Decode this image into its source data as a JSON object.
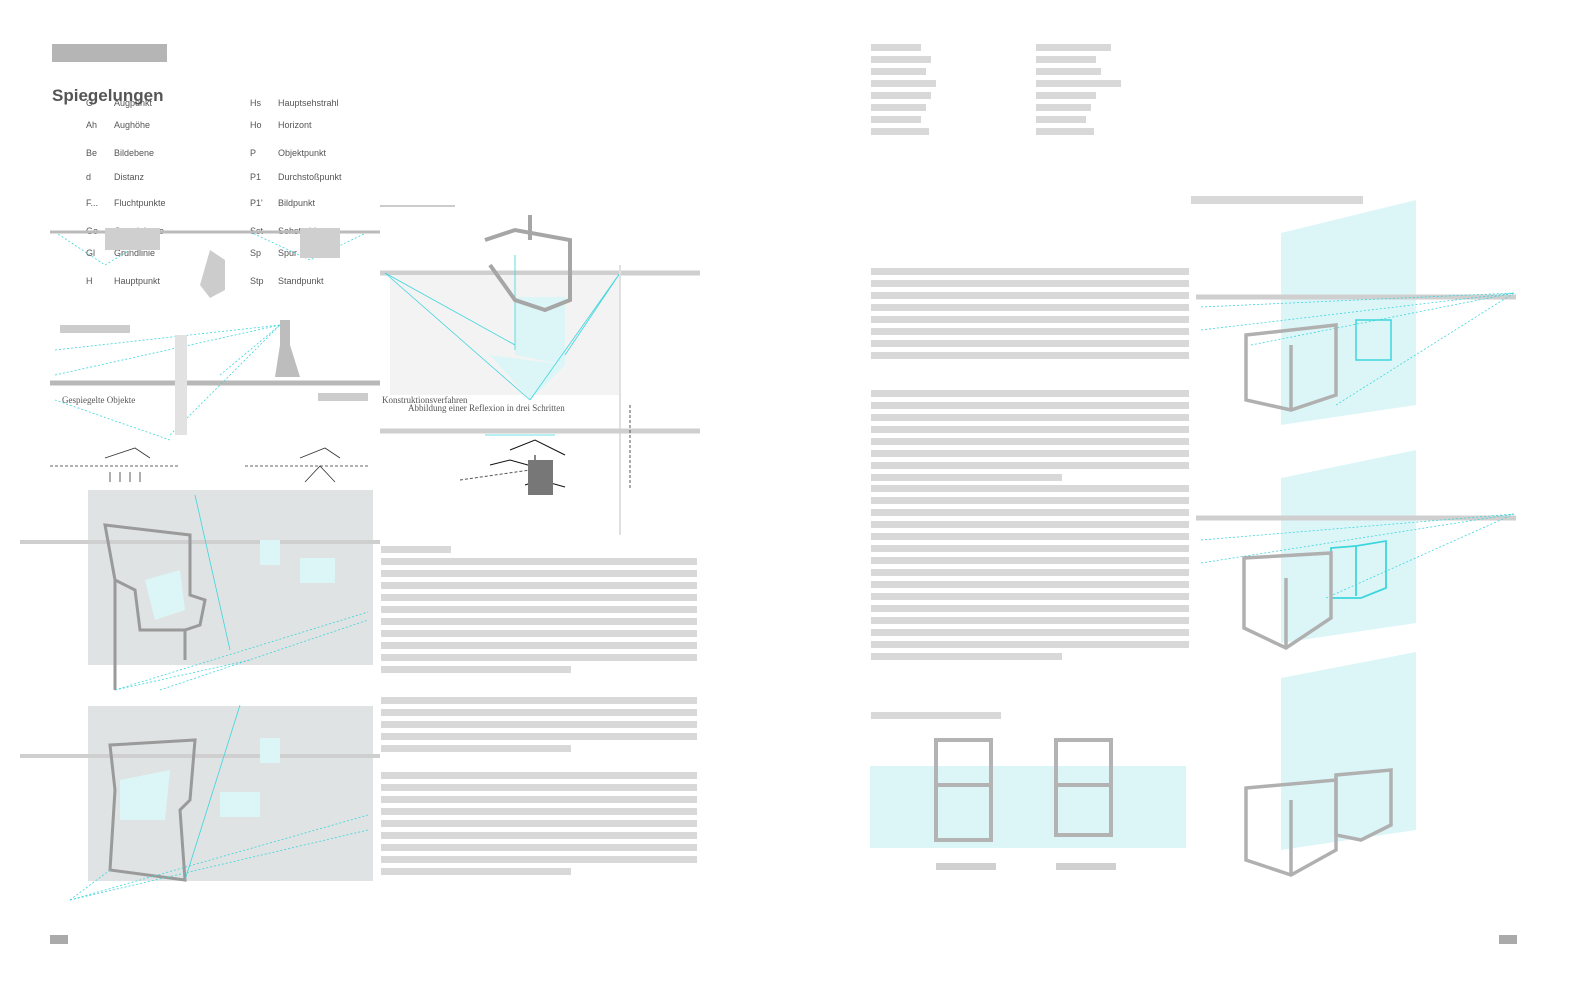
{
  "left_page": {
    "heading": "Spiegelungen",
    "legend": [
      {
        "abbr": "O",
        "label": "Augpunkt"
      },
      {
        "abbr": "Ah",
        "label": "Aughöhe"
      },
      {
        "abbr": "Be",
        "label": "Bildebene"
      },
      {
        "abbr": "d",
        "label": "Distanz"
      },
      {
        "abbr": "F...",
        "label": "Fluchtpunkte"
      },
      {
        "abbr": "Ge",
        "label": "Grundebene"
      },
      {
        "abbr": "Gl",
        "label": "Grundlinie"
      },
      {
        "abbr": "H",
        "label": "Hauptpunkt"
      },
      {
        "abbr": "Hs",
        "label": "Hauptsehstrahl"
      },
      {
        "abbr": "Ho",
        "label": "Horizont"
      },
      {
        "abbr": "P",
        "label": "Objektpunkt"
      },
      {
        "abbr": "P1",
        "label": "Durchstoßpunkt"
      },
      {
        "abbr": "P1'",
        "label": "Bildpunkt"
      },
      {
        "abbr": "Sst",
        "label": "Sehstrahl"
      },
      {
        "abbr": "Sp",
        "label": "Spur"
      },
      {
        "abbr": "Stp",
        "label": "Standpunkt"
      }
    ],
    "caption_mirrored": "Gespiegelte Objekte",
    "caption_construction": "Konstruktionsverfahren",
    "caption_construction_sub": "Abbildung einer Reflexion in drei Schritten"
  },
  "colors": {
    "accent": "#3dd6dc",
    "panel": "#dfe3e3",
    "cyan_fill": "#dcf6f8",
    "text_gray": "#d8d8d8"
  }
}
